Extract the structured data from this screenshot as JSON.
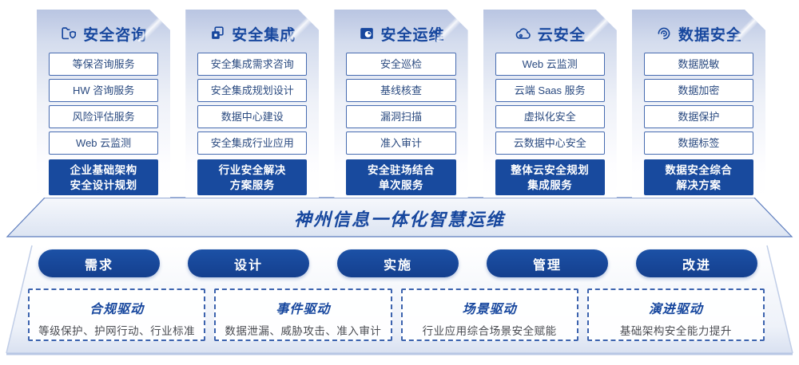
{
  "colors": {
    "primary_blue": "#17479e",
    "highlight_box": "#184a9e",
    "item_border": "#466bb0",
    "item_text": "#2a4a80",
    "panel_gradient_top": "#b9c5e2",
    "dashed_border": "#3c63ae",
    "desc_text": "#4a4c52"
  },
  "columns": [
    {
      "icon": "folder-shield-icon",
      "title": "安全咨询",
      "items": [
        "等保咨询服务",
        "HW 咨询服务",
        "风险评估服务",
        "Web 云监测"
      ],
      "highlight": [
        "企业基础架构",
        "安全设计规划"
      ]
    },
    {
      "icon": "copy-icon",
      "title": "安全集成",
      "items": [
        "安全集成需求咨询",
        "安全集成规划设计",
        "数据中心建设",
        "安全集成行业应用"
      ],
      "highlight": [
        "行业安全解决",
        "方案服务"
      ]
    },
    {
      "icon": "folder-clock-icon",
      "title": "安全运维",
      "items": [
        "安全巡检",
        "基线核查",
        "漏洞扫描",
        "准入审计"
      ],
      "highlight": [
        "安全驻场结合",
        "单次服务"
      ]
    },
    {
      "icon": "cloud-icon",
      "title": "云安全",
      "items": [
        "Web 云监测",
        "云端 Saas 服务",
        "虚拟化安全",
        "云数据中心安全"
      ],
      "highlight": [
        "整体云安全规划",
        "集成服务"
      ]
    },
    {
      "icon": "fingerprint-icon",
      "title": "数据安全",
      "items": [
        "数据脱敏",
        "数据加密",
        "数据保护",
        "数据标签"
      ],
      "highlight": [
        "数据安全综合",
        "解决方案"
      ]
    }
  ],
  "banner": {
    "title": "神州信息一体化智慧运维"
  },
  "steps": [
    "需求",
    "设计",
    "实施",
    "管理",
    "改进"
  ],
  "drivers": [
    {
      "title": "合规驱动",
      "desc": "等级保护、护网行动、行业标准"
    },
    {
      "title": "事件驱动",
      "desc": "数据泄漏、威胁攻击、准入审计"
    },
    {
      "title": "场景驱动",
      "desc": "行业应用综合场景安全赋能"
    },
    {
      "title": "演进驱动",
      "desc": "基础架构安全能力提升"
    }
  ]
}
